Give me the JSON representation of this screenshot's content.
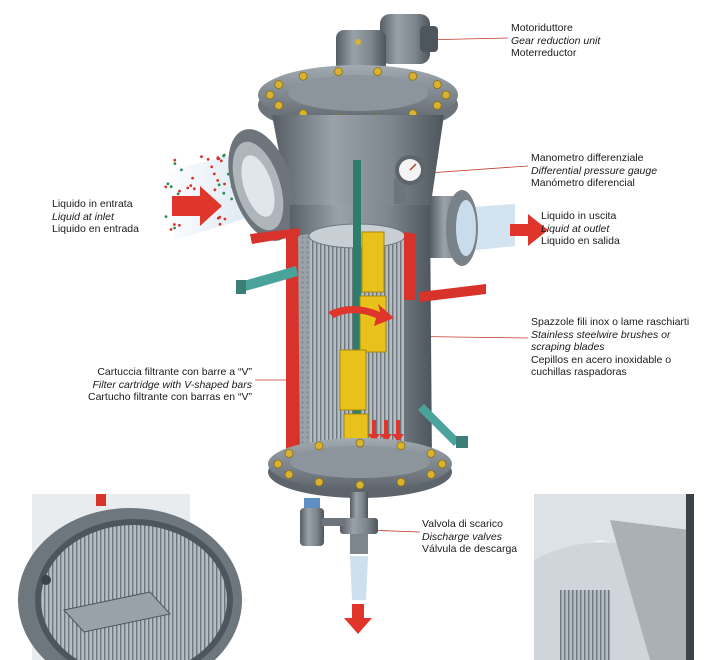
{
  "colors": {
    "body_steel": "#7d858d",
    "body_dark": "#4e555c",
    "flange_steel": "#8b939a",
    "bolt_gold": "#d7b233",
    "cutaway_red": "#d8332a",
    "brush_yellow": "#e8c21a",
    "arrow_red": "#e0352b",
    "nozzle_teal": "#4aa39a",
    "fluid_blue": "#c9dcec"
  },
  "labels": {
    "gear": {
      "it": "Motoriduttore",
      "en": "Gear reduction unit",
      "es": "Moterreductor"
    },
    "gauge": {
      "it": "Manometro differenziale",
      "en": "Differential pressure gauge",
      "es": "Manómetro diferencial"
    },
    "inlet": {
      "it": "Liquido in entrata",
      "en": "Liquid at inlet",
      "es": "Liquido en entrada"
    },
    "outlet": {
      "it": "Liquido in uscita",
      "en": "Liquid at outlet",
      "es": "Liquido en salida"
    },
    "brushes": {
      "it": "Spazzole fili inox o lame raschiarti",
      "en1": "Stainless steelwire brushes or",
      "en2": "scraping blades",
      "es1": "Cepillos en acero inoxidable o",
      "es2": "cuchillas raspadoras"
    },
    "cartridge": {
      "it": "Cartuccia filtrante con barre a “V”",
      "en": "Filter cartridge with V-shaped bars",
      "es": "Cartucho filtrante con barras en “V”"
    },
    "valve": {
      "it": "Valvola di scarico",
      "en": "Discharge valves",
      "es": "Válvula de descarga"
    }
  }
}
